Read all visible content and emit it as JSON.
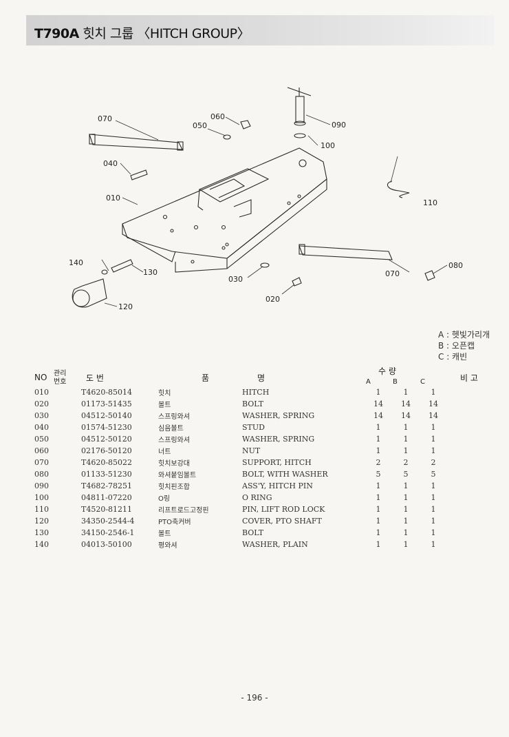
{
  "header": {
    "model": "T790A",
    "title": "힛치 그룹 〈HITCH GROUP〉"
  },
  "diagram": {
    "callouts": [
      "070",
      "060",
      "050",
      "090",
      "100",
      "040",
      "010",
      "110",
      "140",
      "130",
      "030",
      "070",
      "080",
      "120",
      "020"
    ]
  },
  "legend": [
    "A : 헷빛가리개",
    "B : 오픈캡",
    "C : 캐빈"
  ],
  "table": {
    "headers": {
      "no": "NO",
      "mgmt_top": "관리",
      "mgmt_bottom": "번호",
      "drawing": "도    번",
      "name_left": "품",
      "name_right": "명",
      "qty": "수    량",
      "qty_a": "A",
      "qty_b": "B",
      "qty_c": "C",
      "remarks": "비 고"
    },
    "rows": [
      {
        "no": "010",
        "part": "T4620-85014",
        "kor": "힛치",
        "eng": "HITCH",
        "a": "1",
        "b": "1",
        "c": "1"
      },
      {
        "no": "020",
        "part": "01173-51435",
        "kor": "볼트",
        "eng": "BOLT",
        "a": "14",
        "b": "14",
        "c": "14"
      },
      {
        "no": "030",
        "part": "04512-50140",
        "kor": "스프링와셔",
        "eng": "WASHER, SPRING",
        "a": "14",
        "b": "14",
        "c": "14"
      },
      {
        "no": "040",
        "part": "01574-51230",
        "kor": "심음볼트",
        "eng": "STUD",
        "a": "1",
        "b": "1",
        "c": "1"
      },
      {
        "no": "050",
        "part": "04512-50120",
        "kor": "스프링와셔",
        "eng": "WASHER, SPRING",
        "a": "1",
        "b": "1",
        "c": "1"
      },
      {
        "no": "060",
        "part": "02176-50120",
        "kor": "너트",
        "eng": "NUT",
        "a": "1",
        "b": "1",
        "c": "1"
      },
      {
        "no": "070",
        "part": "T4620-85022",
        "kor": "힛치보강대",
        "eng": "SUPPORT, HITCH",
        "a": "2",
        "b": "2",
        "c": "2"
      },
      {
        "no": "080",
        "part": "01133-51230",
        "kor": "와셔붙임볼트",
        "eng": "BOLT, WITH WASHER",
        "a": "5",
        "b": "5",
        "c": "5"
      },
      {
        "no": "090",
        "part": "T4682-78251",
        "kor": "힛치핀조합",
        "eng": "ASS'Y, HITCH PIN",
        "a": "1",
        "b": "1",
        "c": "1"
      },
      {
        "no": "100",
        "part": "04811-07220",
        "kor": "O링",
        "eng": "O RING",
        "a": "1",
        "b": "1",
        "c": "1"
      },
      {
        "no": "110",
        "part": "T4520-81211",
        "kor": "리프트로드고정핀",
        "eng": "PIN, LIFT ROD LOCK",
        "a": "1",
        "b": "1",
        "c": "1"
      },
      {
        "no": "120",
        "part": "34350-2544-4",
        "kor": "PTO축커버",
        "eng": "COVER, PTO SHAFT",
        "a": "1",
        "b": "1",
        "c": "1"
      },
      {
        "no": "130",
        "part": "34150-2546-1",
        "kor": "볼트",
        "eng": "BOLT",
        "a": "1",
        "b": "1",
        "c": "1"
      },
      {
        "no": "140",
        "part": "04013-50100",
        "kor": "평와셔",
        "eng": "WASHER, PLAIN",
        "a": "1",
        "b": "1",
        "c": "1"
      }
    ]
  },
  "footer": {
    "page": "- 196 -"
  }
}
